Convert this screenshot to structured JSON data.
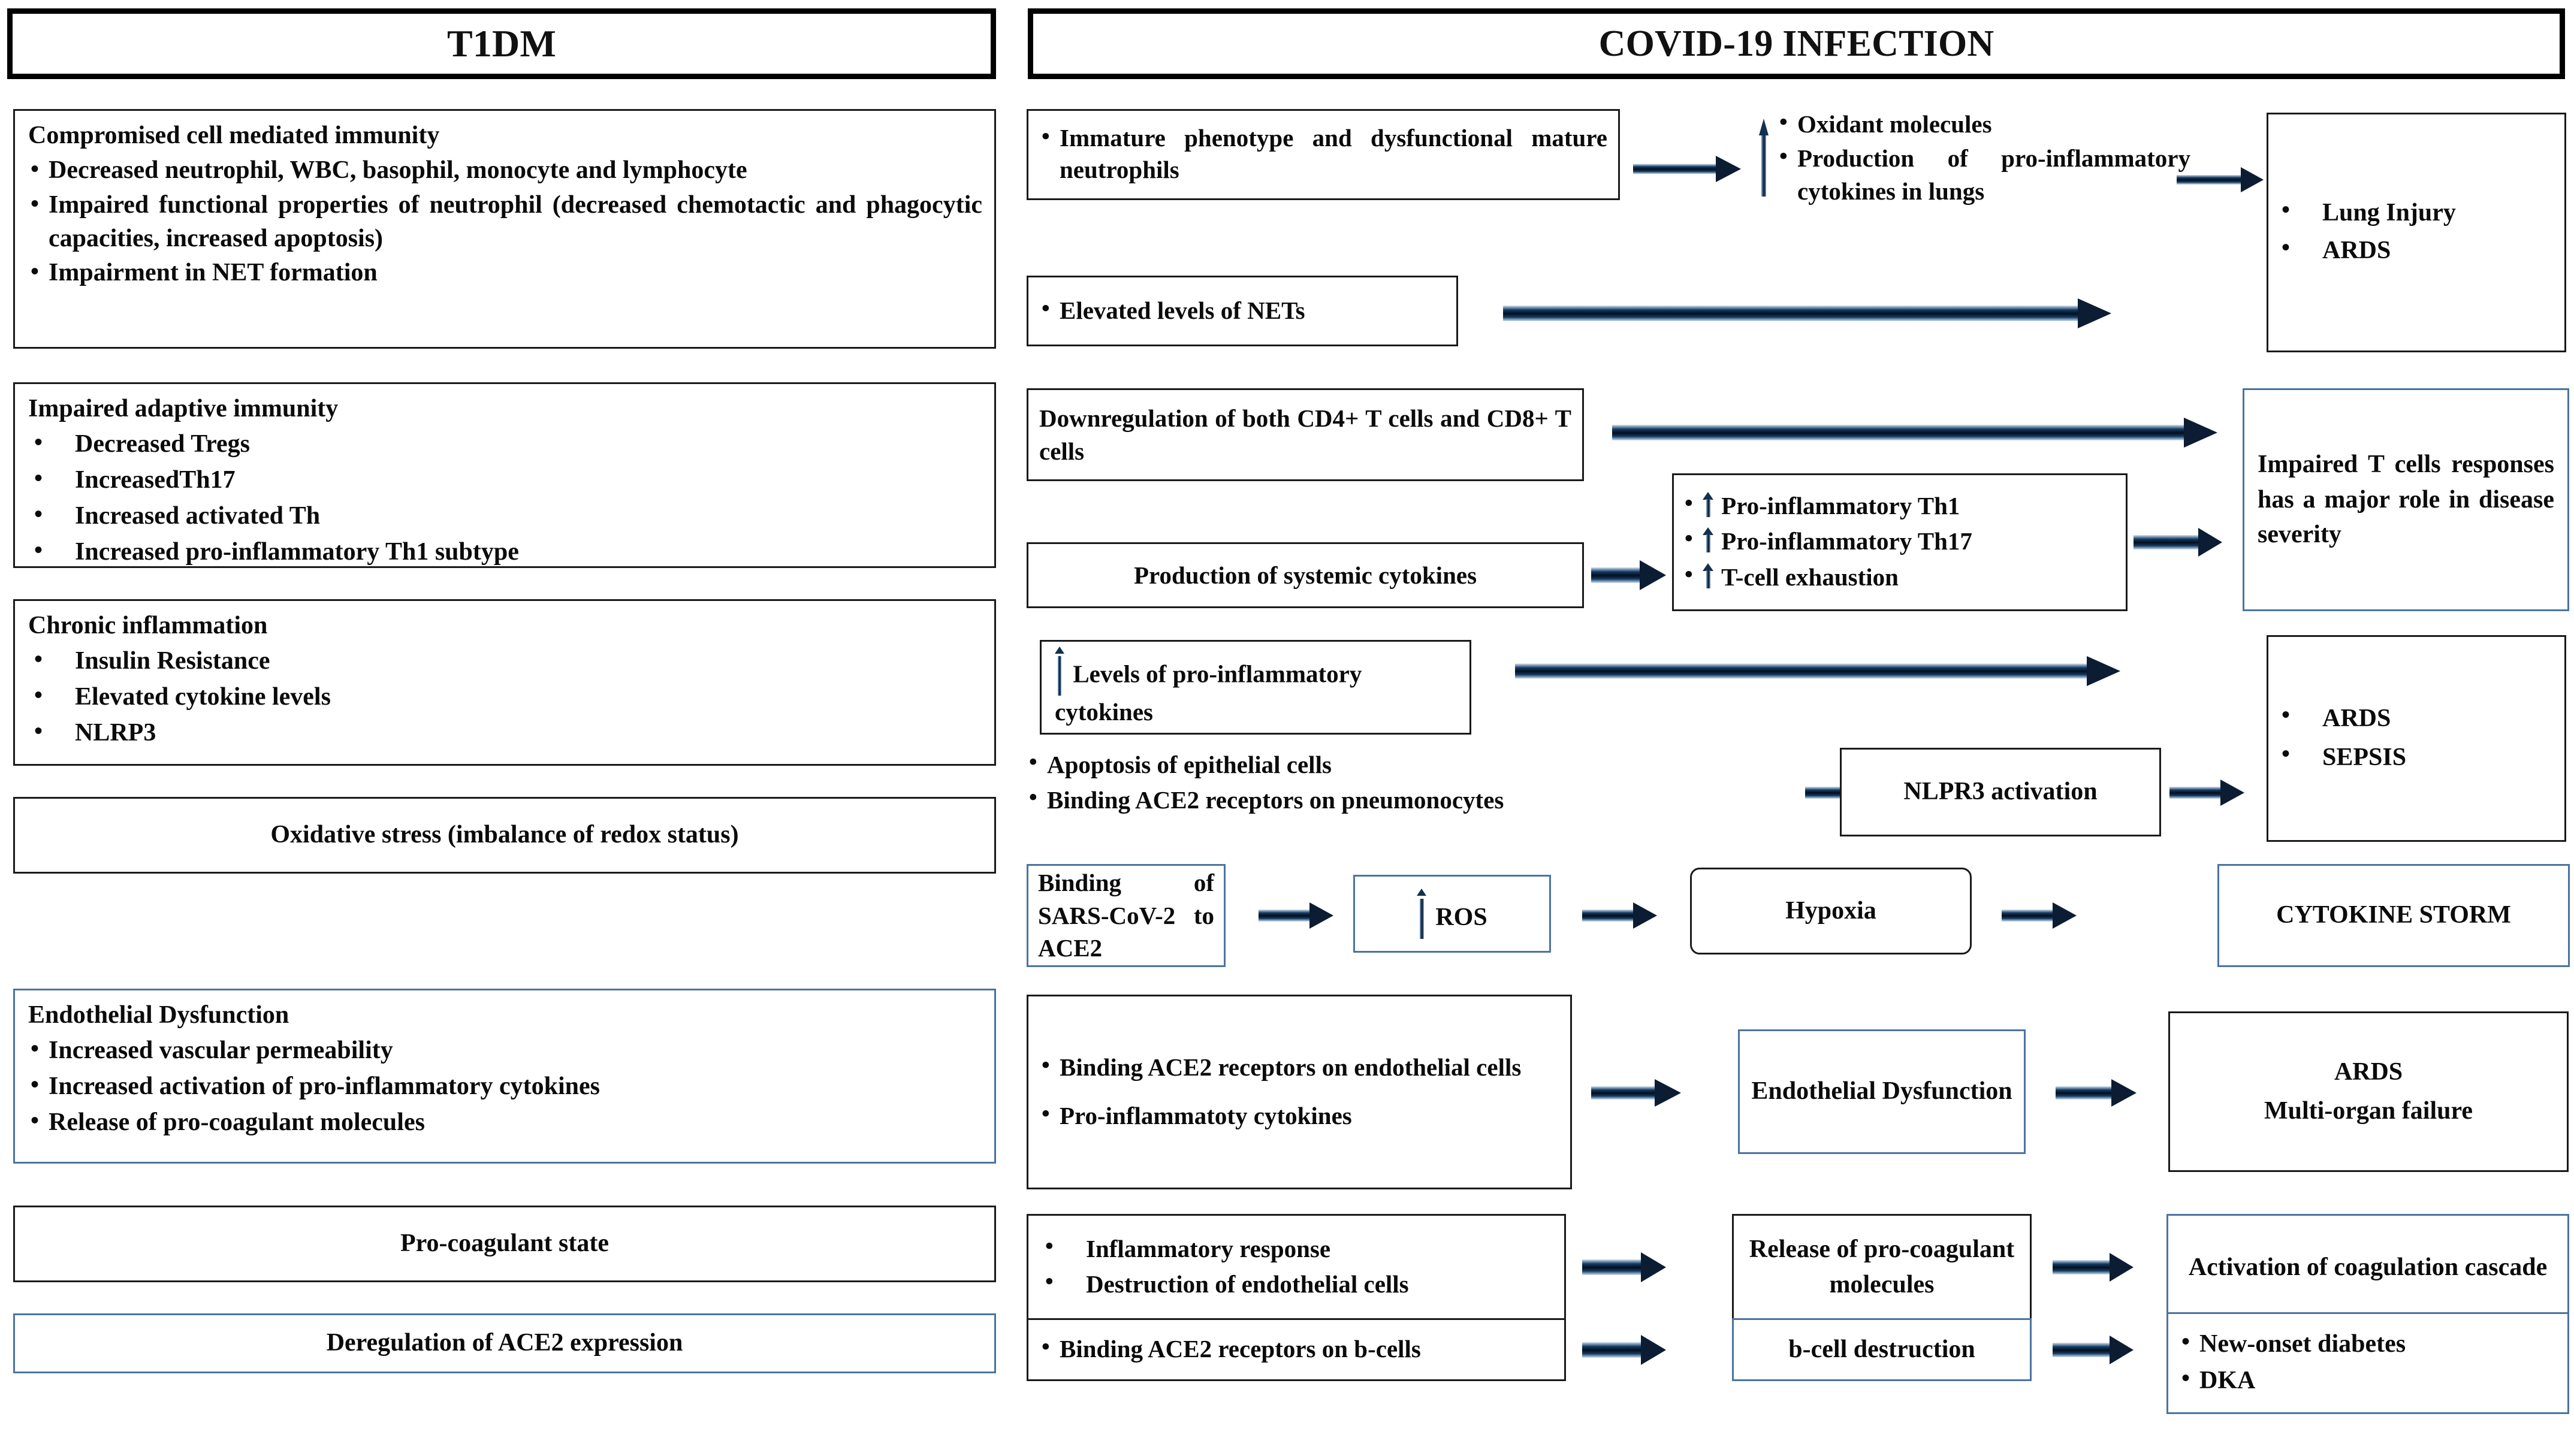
{
  "headers": {
    "left": "T1DM",
    "right": "COVID-19 INFECTION"
  },
  "left_column": [
    {
      "heading": "Compromised cell mediated immunity",
      "bullets": [
        "Decreased neutrophil, WBC, basophil, monocyte and lymphocyte",
        "Impaired functional properties of  neutrophil (decreased chemotactic and phagocytic capacities, increased apoptosis)",
        "Impairment in NET formation"
      ]
    },
    {
      "heading": "Impaired adaptive immunity",
      "bullets": [
        "Decreased Tregs",
        "IncreasedTh17",
        "Increased activated Th",
        "Increased pro-inflammatory Th1 subtype"
      ]
    },
    {
      "heading": "Chronic inflammation",
      "bullets": [
        "Insulin Resistance",
        "Elevated cytokine levels",
        "NLRP3"
      ]
    },
    {
      "center_text": "Oxidative stress (imbalance of redox status)"
    },
    {
      "heading": "Endothelial Dysfunction",
      "bullets": [
        "Increased vascular permeability",
        "Increased activation of pro-inflammatory cytokines",
        "Release of pro-coagulant molecules"
      ]
    },
    {
      "center_text": "Pro-coagulant state"
    },
    {
      "center_text": "Deregulation of ACE2 expression"
    }
  ],
  "right_column": {
    "neutrophils_box": "Immature phenotype and dysfunctional mature neutrophils",
    "oxidant_items": [
      "Oxidant molecules",
      "Production of pro-inflammatory cytokines  in lungs"
    ],
    "lung_outcomes": [
      "Lung Injury",
      "ARDS"
    ],
    "nets_box": "Elevated levels of NETs",
    "downregulation_box": "Downregulation of both CD4+ T cells and CD8+ T cells",
    "systemic_cytokines_box": "Production of systemic cytokines",
    "th_items": [
      "Pro-inflammatory Th1",
      "Pro-inflammatory Th17",
      "T-cell exhaustion"
    ],
    "impaired_t_cells_box": "Impaired T cells responses has a major role in disease severity",
    "levels_pro_inflam_box": "Levels of pro-inflammatory cytokines",
    "apoptosis_items": [
      "Apoptosis of epithelial cells",
      "Binding ACE2 receptors on pneumonocytes"
    ],
    "nlpr3_box": "NLPR3 activation",
    "ards_sepsis": [
      "ARDS",
      "SEPSIS"
    ],
    "binding_sars_box": "Binding of  SARS-CoV-2 to ACE2",
    "ros_box": "ROS",
    "hypoxia_box": "Hypoxia",
    "cytokine_storm_box": "CYTOKINE STORM",
    "endothelial_items": [
      "Binding ACE2 receptors on endothelial cells",
      "Pro-inflammatoty cytokines"
    ],
    "endothelial_dysfunction_box": "Endothelial Dysfunction",
    "ards_mof_box": "ARDS\nMulti-organ failure",
    "inflammatory_items": [
      "Inflammatory response",
      "Destruction of endothelial cells"
    ],
    "release_procoag_box": "Release of pro-coagulant molecules",
    "activation_cascade_box": "Activation of coagulation cascade",
    "binding_bcells_box": "Binding ACE2 receptors on b-cells",
    "bcell_destruction_box": "b-cell destruction",
    "diabetes_outcomes": [
      "New-onset diabetes",
      "DKA"
    ]
  },
  "colors": {
    "black_border": "#1a1a1a",
    "blue_border": "#4a74a0",
    "arrow_navy": "#0b1c33",
    "up_arrow_blue": "#13304e",
    "text": "#0b0b0b"
  }
}
